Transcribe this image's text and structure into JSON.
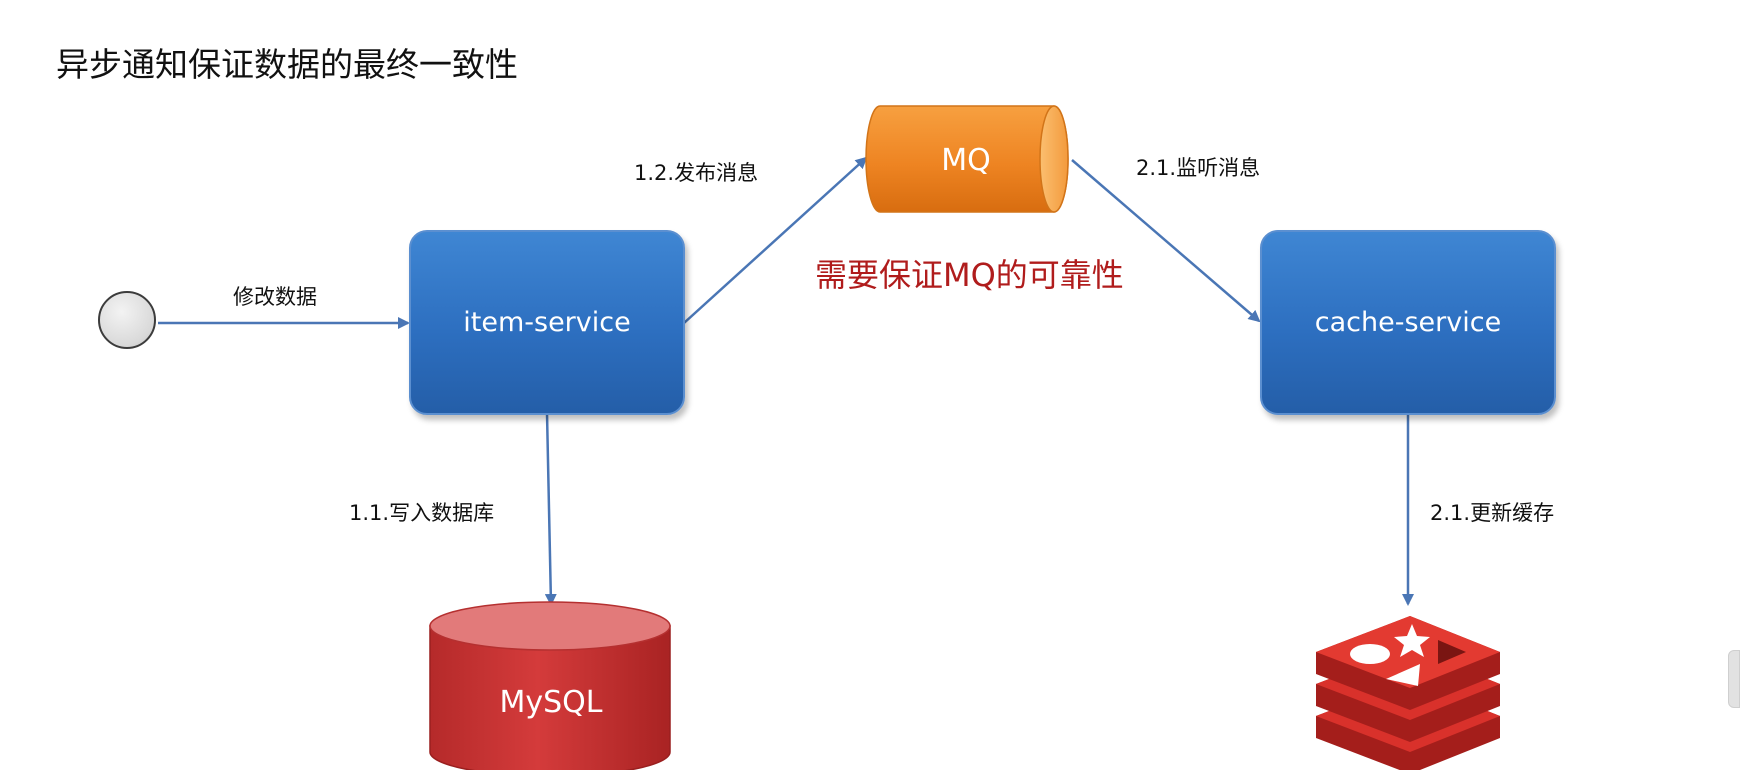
{
  "title": "异步通知保证数据的最终一致性",
  "nodes": {
    "item_service": "item-service",
    "cache_service": "cache-service",
    "mq": "MQ",
    "mysql": "MySQL"
  },
  "edges": {
    "modify_data": "修改数据",
    "publish_message": "1.2.发布消息",
    "listen_message": "2.1.监听消息",
    "write_database": "1.1.写入数据库",
    "update_cache": "2.1.更新缓存"
  },
  "note": "需要保证MQ的可靠性",
  "colors": {
    "service_box": "#2d6fc0",
    "mq": "#f08a24",
    "mysql": "#c93535",
    "redis": "#d9312b",
    "arrow": "#4a76b5",
    "note": "#b01c1c"
  },
  "icons": {
    "redis": "redis-logo-icon",
    "start": "start-node-circle"
  }
}
